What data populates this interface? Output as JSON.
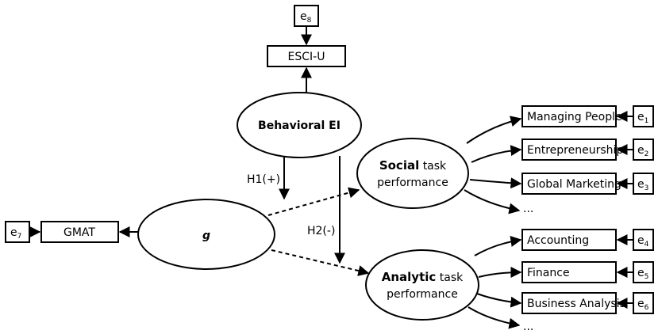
{
  "errors": {
    "e1": {
      "base": "e",
      "sub": "1"
    },
    "e2": {
      "base": "e",
      "sub": "2"
    },
    "e3": {
      "base": "e",
      "sub": "3"
    },
    "e4": {
      "base": "e",
      "sub": "4"
    },
    "e5": {
      "base": "e",
      "sub": "5"
    },
    "e6": {
      "base": "e",
      "sub": "6"
    },
    "e7": {
      "base": "e",
      "sub": "7"
    },
    "e8": {
      "base": "e",
      "sub": "8"
    }
  },
  "indicators": {
    "esci": "ESCI-U",
    "gmat": "GMAT",
    "managing_people": "Managing People",
    "entrepreneurship": "Entrepreneurship",
    "global_marketing": "Global Marketing",
    "accounting": "Accounting",
    "finance": "Finance",
    "business_analysis": "Business Analysis"
  },
  "constructs": {
    "behavioral_ei": "Behavioral EI",
    "g": "g",
    "social_bold": "Social",
    "social_rest": "task",
    "social_line2": "performance",
    "analytic_bold": "Analytic",
    "analytic_rest": "task",
    "analytic_line2": "performance"
  },
  "hypotheses": {
    "h1": "H1(+)",
    "h2": "H2(-)"
  },
  "ellipsis": "..."
}
